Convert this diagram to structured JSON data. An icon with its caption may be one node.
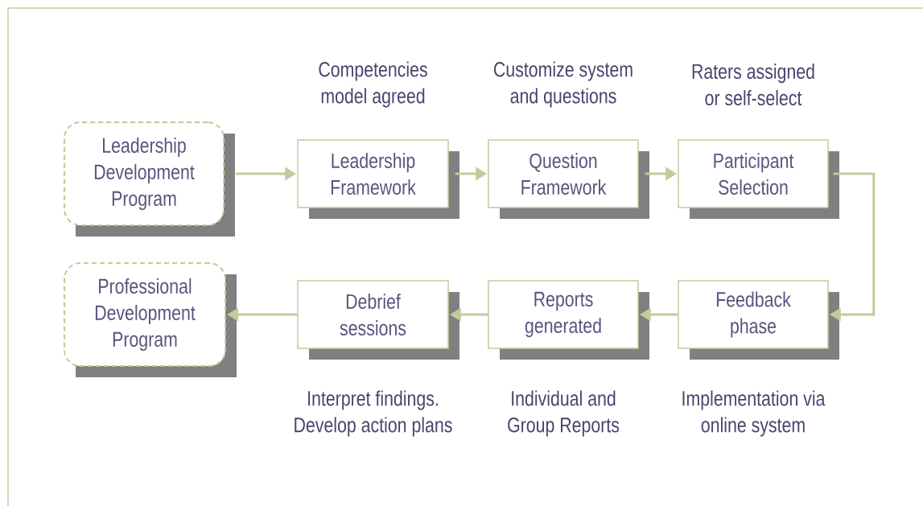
{
  "diagram": {
    "nodes": [
      {
        "text": [
          "Leadership Development Program"
        ]
      },
      {
        "text": [
          "Leadership Framework"
        ],
        "beside": [
          "Competencies model agreed"
        ]
      },
      {
        "text": [
          "Question Framework"
        ],
        "beside": [
          "Customize system and questions"
        ]
      },
      {
        "text": [
          "Participant Selection"
        ],
        "beside": [
          "Raters assigned or self-select"
        ]
      },
      {
        "text": [
          "Professional Development Program"
        ]
      },
      {
        "text": [
          "Debrief sessions"
        ],
        "beside": [
          "Interpret findings. Develop action plans"
        ]
      },
      {
        "text": [
          "Reports generated"
        ],
        "beside": [
          "Individual and Group Reports"
        ]
      },
      {
        "text": [
          "Feedback phase"
        ],
        "beside": [
          "Implementation via online system"
        ]
      }
    ],
    "edges": [
      {
        "from": 0,
        "to": 1,
        "arrow": "to"
      },
      {
        "from": 1,
        "to": 2,
        "arrow": "to"
      },
      {
        "from": 2,
        "to": 3,
        "arrow": "to"
      },
      {
        "from": 3,
        "to": 7,
        "arrow": "to"
      },
      {
        "from": 7,
        "to": 6,
        "arrow": "to"
      },
      {
        "from": 6,
        "to": 5,
        "arrow": "to"
      },
      {
        "from": 5,
        "to": 4,
        "arrow": "to"
      }
    ]
  }
}
